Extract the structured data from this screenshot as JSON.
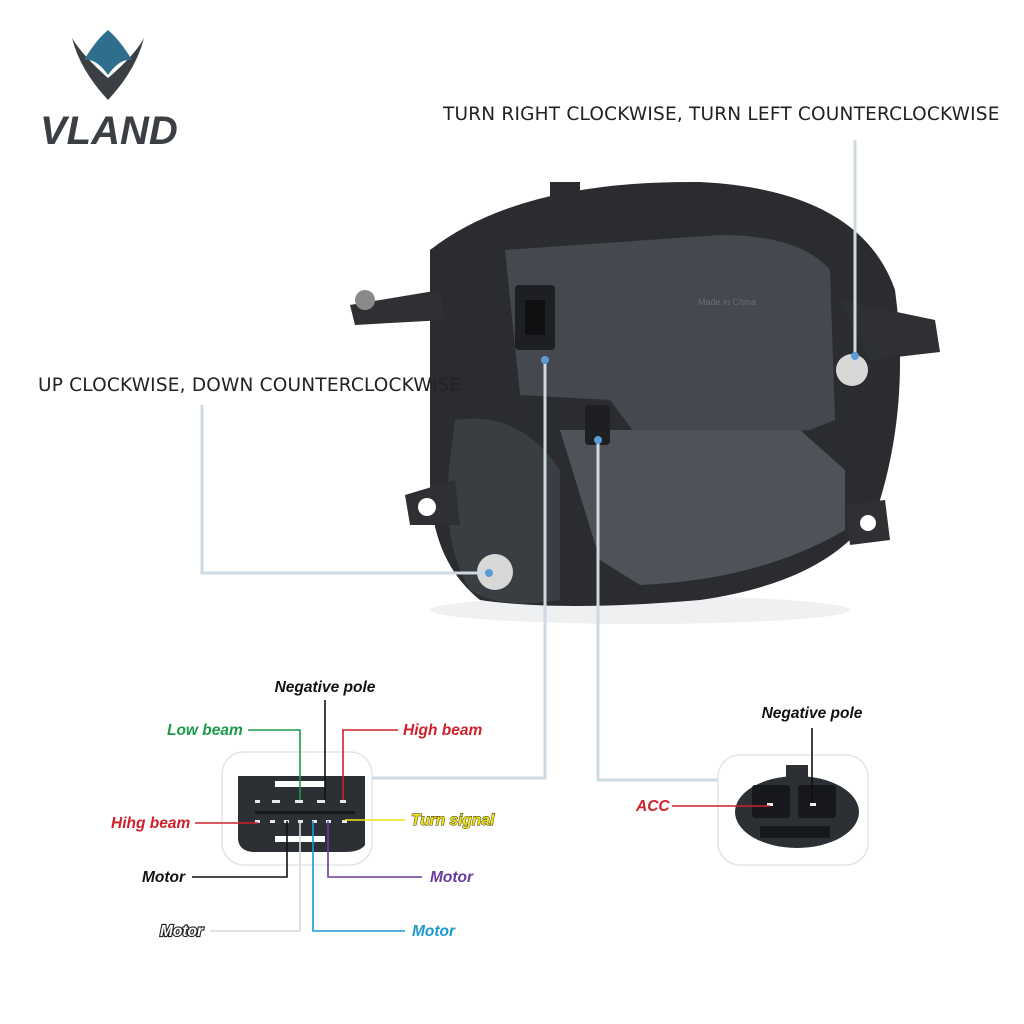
{
  "brand": {
    "name": "VLAND",
    "accent": "#2e6f8e"
  },
  "instructions": {
    "horizontal_adjust": "TURN RIGHT CLOCKWISE, TURN LEFT COUNTERCLOCKWISE",
    "vertical_adjust": "UP CLOCKWISE, DOWN COUNTERCLOCKWISE"
  },
  "housing": {
    "embossed_text": "Made in China"
  },
  "main_connector": {
    "pins": [
      {
        "label": "Negative pole",
        "color": "#111111"
      },
      {
        "label": "Low beam",
        "color": "#1a9a4a"
      },
      {
        "label": "High beam",
        "color": "#d0202a"
      },
      {
        "label": "Hihg beam",
        "color": "#d0202a"
      },
      {
        "label": "Turn signal",
        "color": "#f2e21a"
      },
      {
        "label": "Motor",
        "color": "#111111"
      },
      {
        "label": "Motor",
        "color": "#6a3a9a"
      },
      {
        "label": "Motor",
        "color": "#ffffff"
      },
      {
        "label": "Motor",
        "color": "#1a9ad0"
      }
    ]
  },
  "aux_connector": {
    "pins": [
      {
        "label": "Negative pole",
        "color": "#111111"
      },
      {
        "label": "ACC",
        "color": "#d0202a"
      }
    ]
  }
}
